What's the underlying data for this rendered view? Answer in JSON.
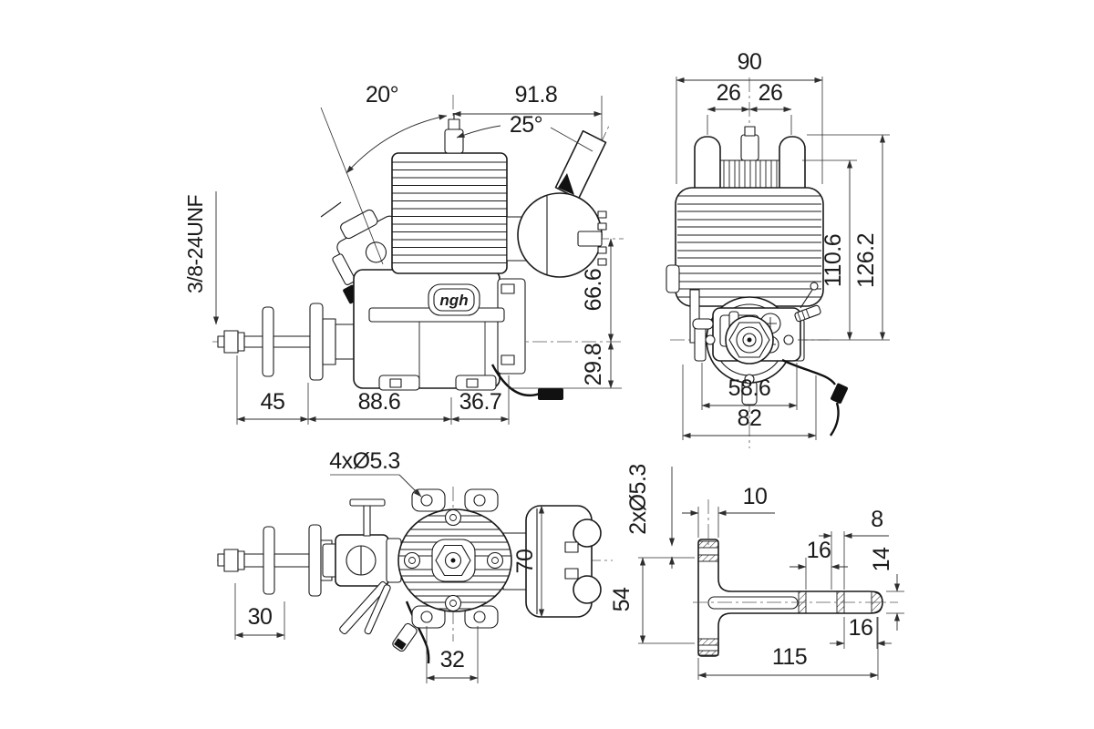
{
  "meta": {
    "background": "#ffffff",
    "ink": "#1a1a1a",
    "dim_color": "#2e2e2e",
    "centerline_color": "#555555"
  },
  "side_view": {
    "logo": "ngh",
    "angle_carb": "20°",
    "width_muffler": "91.8",
    "angle_exhaust": "25°",
    "thread_spec": "3/8-24UNF",
    "height_exhaust_axis": "66.6",
    "height_case_bottom": "29.8",
    "len_prop_hub": "45",
    "len_case": "88.6",
    "len_muffler": "36.7"
  },
  "rear_view": {
    "width_total": "90",
    "pitch_left": "26",
    "pitch_right": "26",
    "height_fins": "110.6",
    "height_total": "126.2",
    "width_case": "58.6",
    "width_lower": "82"
  },
  "top_view": {
    "holes_note": "4xØ5.3",
    "muffler_height": "70",
    "len_prop_stack": "30",
    "hole_pitch": "32"
  },
  "mount_view": {
    "holes_note": "2xØ5.3",
    "flange_width": "10",
    "seg_width": "8",
    "pitch_top": "16",
    "arm_height": "14",
    "flange_height": "54",
    "pitch_bottom": "16",
    "total_length": "115"
  }
}
